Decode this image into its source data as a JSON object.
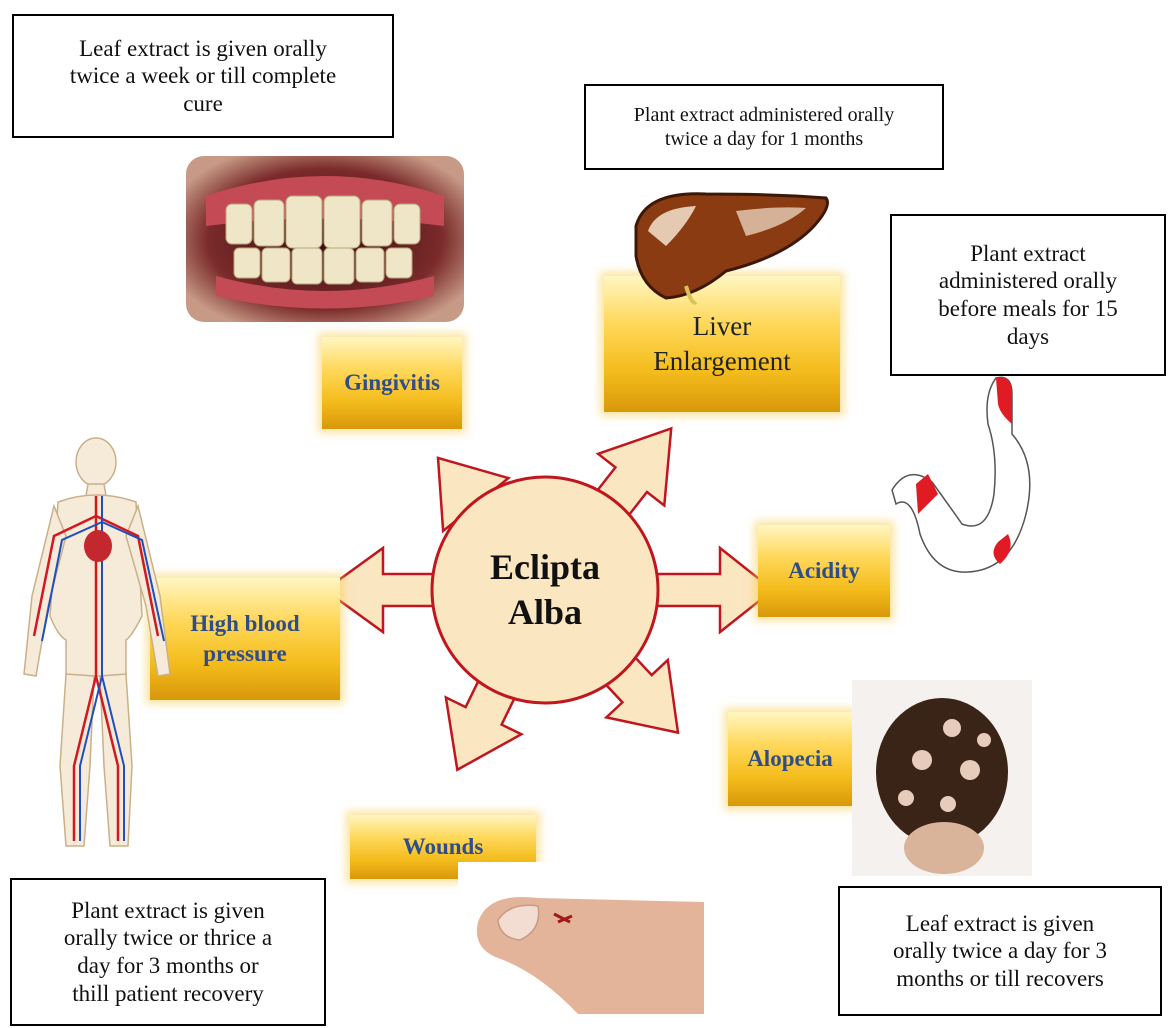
{
  "center": {
    "line1": "Eclipta",
    "line2": "Alba"
  },
  "ailments": {
    "gingivitis": "Gingivitis",
    "liver": {
      "line1": "Liver",
      "line2": "Enlargement"
    },
    "acidity": "Acidity",
    "alopecia": "Alopecia",
    "wounds": "Wounds",
    "bp": {
      "line1": "High blood",
      "line2": "pressure"
    }
  },
  "notes": {
    "gingivitis": {
      "l1": "Leaf extract is given orally",
      "l2": "twice a week or till complete",
      "l3": "cure"
    },
    "liver": {
      "l1": "Plant extract administered orally",
      "l2": "twice a day for 1 months"
    },
    "acidity": {
      "l1": "Plant extract",
      "l2": "administered orally",
      "l3": "before meals for 15",
      "l4": "days"
    },
    "bp": {
      "l1": "Plant extract is given",
      "l2": "orally twice or thrice a",
      "l3": "day for 3 months or",
      "l4": "thill patient recovery"
    },
    "alopecia": {
      "l1": "Leaf extract is given",
      "l2": "orally twice a day for 3",
      "l3": "months or till recovers"
    }
  },
  "colors": {
    "arrow_fill": "#fbe6c2",
    "arrow_stroke": "#c0161e",
    "label_text": "#2f4d88",
    "label_gold": "#f4bc1c"
  }
}
